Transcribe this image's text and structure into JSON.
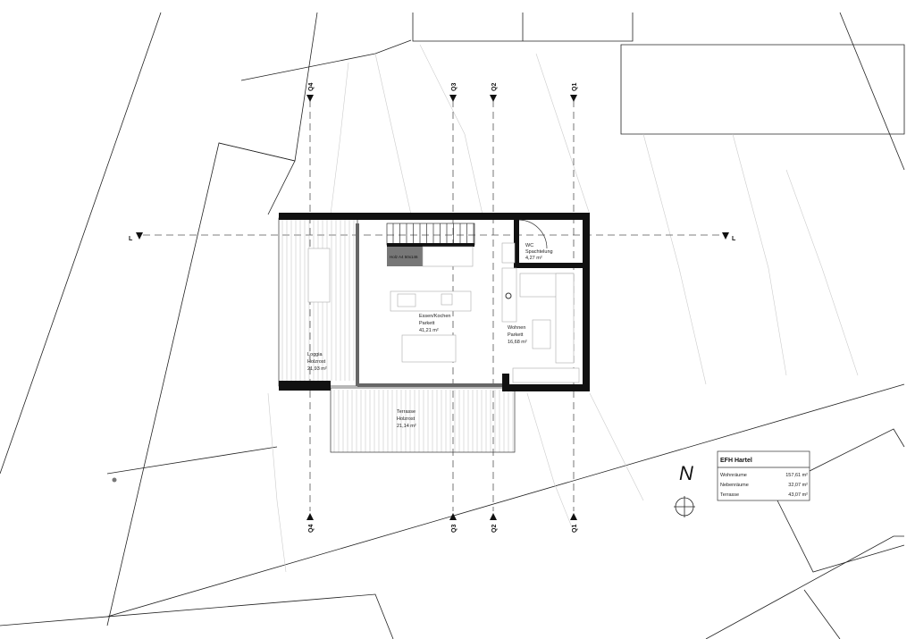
{
  "project_table": {
    "title": "EFH Hartel",
    "rows": [
      {
        "label": "Wohnräume",
        "value": "157,61 m²"
      },
      {
        "label": "Nebenräume",
        "value": "32,07 m²"
      },
      {
        "label": "Terrasse",
        "value": "43,07 m²"
      }
    ]
  },
  "rooms": {
    "essen": {
      "name": "Essen/Kochen",
      "floor": "Parkett",
      "area": "41,21 m²"
    },
    "wohnen": {
      "name": "Wohnen",
      "floor": "Parkett",
      "area": "16,68 m²"
    },
    "wc": {
      "name": "WC",
      "floor": "Spachtelung",
      "area": "4,27 m²"
    },
    "loggia": {
      "name": "Loggia",
      "floor": "Holzrost",
      "area": "21,93 m²"
    },
    "terrasse": {
      "name": "Terrasse",
      "floor": "Holzrost",
      "area": "21,14 m²"
    }
  },
  "storage_label": "Holz A4 50x146",
  "section_marks": {
    "q1": "Q1",
    "q2": "Q2",
    "q3": "Q3",
    "q4": "Q4",
    "l": "L"
  },
  "north_label": "N"
}
